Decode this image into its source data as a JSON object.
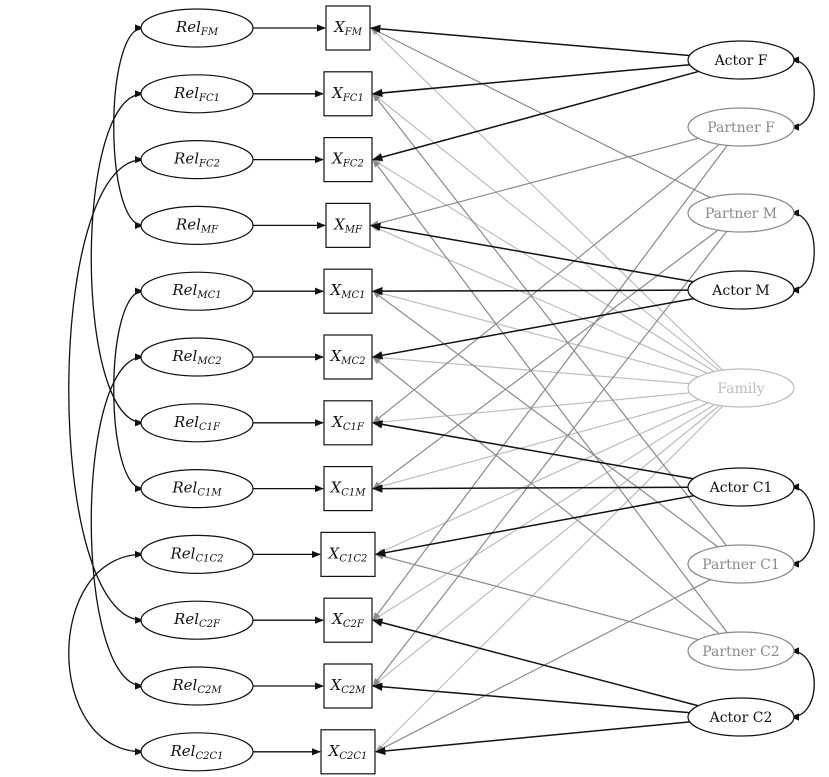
{
  "colors": {
    "black": "#111111",
    "mid_gray": "#8a8a8a",
    "light_gray": "#bdbdbd"
  },
  "relationship_nodes": [
    {
      "id": "rel_fm",
      "base": "Rel",
      "sub": "FM"
    },
    {
      "id": "rel_fc1",
      "base": "Rel",
      "sub": "FC1"
    },
    {
      "id": "rel_fc2",
      "base": "Rel",
      "sub": "FC2"
    },
    {
      "id": "rel_mf",
      "base": "Rel",
      "sub": "MF"
    },
    {
      "id": "rel_mc1",
      "base": "Rel",
      "sub": "MC1"
    },
    {
      "id": "rel_mc2",
      "base": "Rel",
      "sub": "MC2"
    },
    {
      "id": "rel_c1f",
      "base": "Rel",
      "sub": "C1F"
    },
    {
      "id": "rel_c1m",
      "base": "Rel",
      "sub": "C1M"
    },
    {
      "id": "rel_c1c2",
      "base": "Rel",
      "sub": "C1C2"
    },
    {
      "id": "rel_c2f",
      "base": "Rel",
      "sub": "C2F"
    },
    {
      "id": "rel_c2m",
      "base": "Rel",
      "sub": "C2M"
    },
    {
      "id": "rel_c2c1",
      "base": "Rel",
      "sub": "C2C1"
    }
  ],
  "observed_nodes": [
    {
      "id": "x_fm",
      "base": "X",
      "sub": "FM"
    },
    {
      "id": "x_fc1",
      "base": "X",
      "sub": "FC1"
    },
    {
      "id": "x_fc2",
      "base": "X",
      "sub": "FC2"
    },
    {
      "id": "x_mf",
      "base": "X",
      "sub": "MF"
    },
    {
      "id": "x_mc1",
      "base": "X",
      "sub": "MC1"
    },
    {
      "id": "x_mc2",
      "base": "X",
      "sub": "MC2"
    },
    {
      "id": "x_c1f",
      "base": "X",
      "sub": "C1F"
    },
    {
      "id": "x_c1m",
      "base": "X",
      "sub": "C1M"
    },
    {
      "id": "x_c1c2",
      "base": "X",
      "sub": "C1C2"
    },
    {
      "id": "x_c2f",
      "base": "X",
      "sub": "C2F"
    },
    {
      "id": "x_c2m",
      "base": "X",
      "sub": "C2M"
    },
    {
      "id": "x_c2c1",
      "base": "X",
      "sub": "C2C1"
    }
  ],
  "effect_nodes": [
    {
      "id": "actor_f",
      "label": "Actor F",
      "tone": "black"
    },
    {
      "id": "partner_f",
      "label": "Partner F",
      "tone": "mid_gray"
    },
    {
      "id": "partner_m",
      "label": "Partner M",
      "tone": "mid_gray"
    },
    {
      "id": "actor_m",
      "label": "Actor M",
      "tone": "black"
    },
    {
      "id": "family",
      "label": "Family",
      "tone": "light_gray"
    },
    {
      "id": "actor_c1",
      "label": "Actor C1",
      "tone": "black"
    },
    {
      "id": "partner_c1",
      "label": "Partner C1",
      "tone": "mid_gray"
    },
    {
      "id": "partner_c2",
      "label": "Partner C2",
      "tone": "mid_gray"
    },
    {
      "id": "actor_c2",
      "label": "Actor C2",
      "tone": "black"
    }
  ],
  "edges": {
    "actor": [
      [
        "actor_f",
        "x_fm"
      ],
      [
        "actor_f",
        "x_fc1"
      ],
      [
        "actor_f",
        "x_fc2"
      ],
      [
        "actor_m",
        "x_mf"
      ],
      [
        "actor_m",
        "x_mc1"
      ],
      [
        "actor_m",
        "x_mc2"
      ],
      [
        "actor_c1",
        "x_c1f"
      ],
      [
        "actor_c1",
        "x_c1m"
      ],
      [
        "actor_c1",
        "x_c1c2"
      ],
      [
        "actor_c2",
        "x_c2f"
      ],
      [
        "actor_c2",
        "x_c2m"
      ],
      [
        "actor_c2",
        "x_c2c1"
      ]
    ],
    "partner": [
      [
        "partner_f",
        "x_mf"
      ],
      [
        "partner_f",
        "x_c1f"
      ],
      [
        "partner_f",
        "x_c2f"
      ],
      [
        "partner_m",
        "x_fm"
      ],
      [
        "partner_m",
        "x_c1m"
      ],
      [
        "partner_m",
        "x_c2m"
      ],
      [
        "partner_c1",
        "x_fc1"
      ],
      [
        "partner_c1",
        "x_mc1"
      ],
      [
        "partner_c1",
        "x_c2c1"
      ],
      [
        "partner_c2",
        "x_fc2"
      ],
      [
        "partner_c2",
        "x_mc2"
      ],
      [
        "partner_c2",
        "x_c1c2"
      ]
    ],
    "family": [
      "x_fm",
      "x_fc1",
      "x_fc2",
      "x_mf",
      "x_mc1",
      "x_mc2",
      "x_c1f",
      "x_c1m",
      "x_c1c2",
      "x_c2f",
      "x_c2m",
      "x_c2c1"
    ],
    "rel_to_x": [
      [
        "rel_fm",
        "x_fm"
      ],
      [
        "rel_fc1",
        "x_fc1"
      ],
      [
        "rel_fc2",
        "x_fc2"
      ],
      [
        "rel_mf",
        "x_mf"
      ],
      [
        "rel_mc1",
        "x_mc1"
      ],
      [
        "rel_mc2",
        "x_mc2"
      ],
      [
        "rel_c1f",
        "x_c1f"
      ],
      [
        "rel_c1m",
        "x_c1m"
      ],
      [
        "rel_c1c2",
        "x_c1c2"
      ],
      [
        "rel_c2f",
        "x_c2f"
      ],
      [
        "rel_c2m",
        "x_c2m"
      ],
      [
        "rel_c2c1",
        "x_c2c1"
      ]
    ],
    "rel_covariances": [
      [
        "rel_fm",
        "rel_mf"
      ],
      [
        "rel_fc1",
        "rel_c1f"
      ],
      [
        "rel_fc2",
        "rel_c2f"
      ],
      [
        "rel_mc1",
        "rel_c1m"
      ],
      [
        "rel_mc2",
        "rel_c2m"
      ],
      [
        "rel_c1c2",
        "rel_c2c1"
      ]
    ],
    "effect_covariances": [
      [
        "actor_f",
        "partner_f"
      ],
      [
        "partner_m",
        "actor_m"
      ],
      [
        "actor_c1",
        "partner_c1"
      ],
      [
        "partner_c2",
        "actor_c2"
      ]
    ]
  }
}
